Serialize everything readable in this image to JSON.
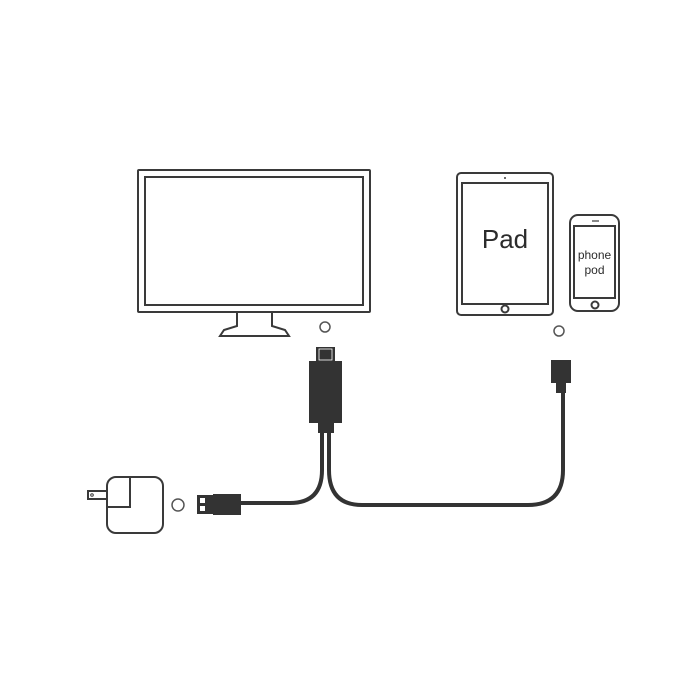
{
  "diagram": {
    "title": "HDMI adapter cable connection diagram",
    "devices": {
      "tv": {
        "name": "television-monitor"
      },
      "tablet": {
        "label": "Pad"
      },
      "phone": {
        "label_line1": "phone",
        "label_line2": "pod"
      },
      "charger": {
        "name": "usb-power-adapter"
      }
    },
    "connectors": {
      "hdmi": "HDMI plug",
      "lightning": "device plug",
      "usb": "USB-A plug"
    },
    "colors": {
      "outline": "#3a3a3a",
      "cable": "#333333",
      "background": "#ffffff"
    }
  }
}
